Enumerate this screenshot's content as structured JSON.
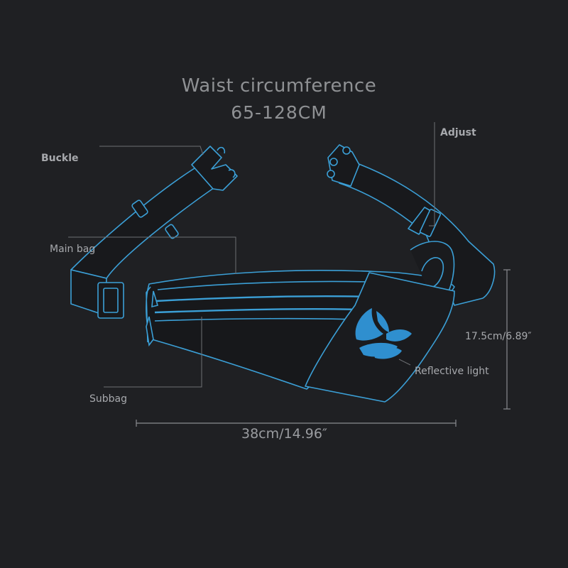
{
  "title": {
    "line1": "Waist circumference",
    "line2": "65-128CM"
  },
  "labels": {
    "buckle": "Buckle",
    "adjust": "Adjust",
    "main_bag": "Main bag",
    "subbag": "Subbag",
    "reflective_light": "Reflective light",
    "height_dim": "17.5cm/6.89″",
    "width_dim": "38cm/14.96″"
  },
  "colors": {
    "background": "#1f2023",
    "outline": "#3b9fd6",
    "logo": "#2f8fcf",
    "text": "#a7a9ad"
  }
}
